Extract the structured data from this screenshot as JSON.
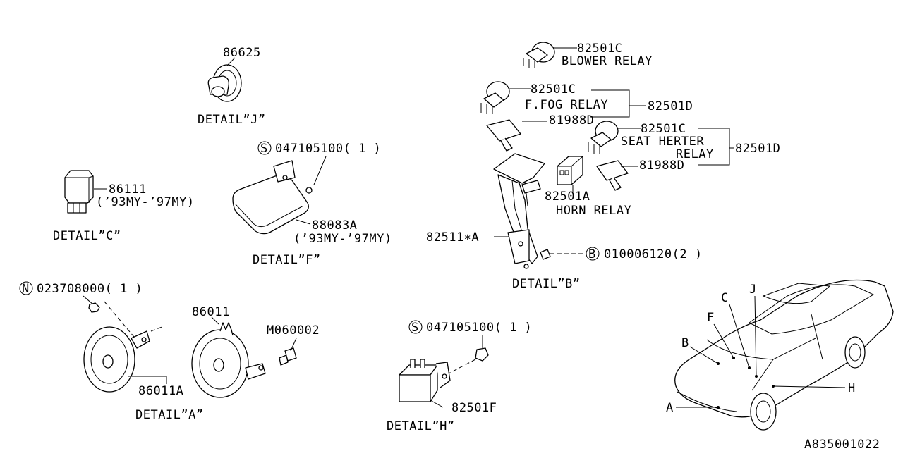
{
  "details": {
    "J": {
      "label": "DETAIL”J”",
      "part": "86625"
    },
    "C": {
      "label": "DETAIL”C”",
      "part": "86111",
      "years": "(’93MY-’97MY)"
    },
    "F": {
      "label": "DETAIL”F”",
      "bolt_code": "S",
      "bolt": "047105100( 1  )",
      "part": "88083A",
      "years": "(’93MY-’97MY)"
    },
    "A": {
      "label": "DETAIL”A”",
      "nut_code": "N",
      "nut": "023708000( 1  )",
      "horn_left": "86011A",
      "horn_right": "86011",
      "screw": "M060002"
    },
    "H": {
      "label": "DETAIL”H”",
      "bolt_code": "S",
      "bolt": "047105100( 1  )",
      "part": "82501F"
    },
    "B": {
      "label": "DETAIL”B”",
      "blower_part": "82501C",
      "blower_name": "BLOWER RELAY",
      "fog_part": "82501C",
      "fog_name": "F.FOG RELAY",
      "fog_group": "82501D",
      "fog_bracket": "81988D",
      "seat_part": "82501C",
      "seat_name_1": "SEAT HERTER",
      "seat_name_2": "RELAY",
      "seat_group": "82501D",
      "seat_bracket": "81988D",
      "horn_part": "82501A",
      "horn_name": "HORN RELAY",
      "bracket": "82511∗A",
      "bolt_code": "B",
      "bolt": "010006120(2  )"
    }
  },
  "car_locators": [
    "A",
    "B",
    "C",
    "F",
    "J",
    "H"
  ],
  "diagram_code": "A835001022"
}
